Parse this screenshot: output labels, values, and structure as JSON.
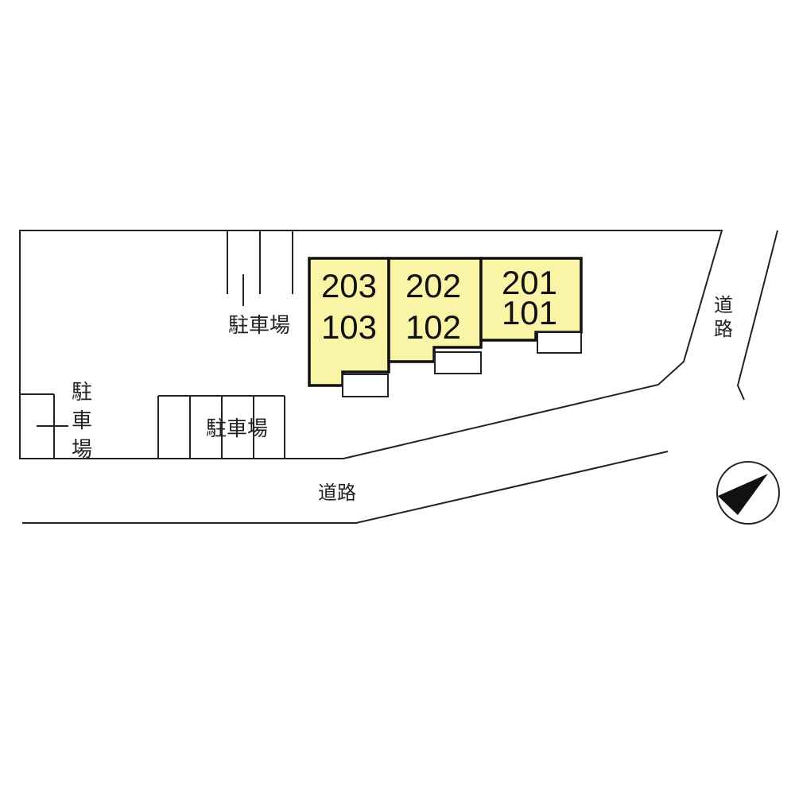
{
  "buildings": [
    {
      "upper_unit": "203",
      "lower_unit": "103"
    },
    {
      "upper_unit": "202",
      "lower_unit": "102"
    },
    {
      "upper_unit": "201",
      "lower_unit": "101"
    }
  ],
  "labels": {
    "parking_top": "駐車場",
    "parking_left_1": "駐",
    "parking_left_2": "車",
    "parking_left_3": "場",
    "parking_bottom": "駐車場",
    "road_bottom": "道路",
    "road_right_1": "道",
    "road_right_2": "路"
  },
  "colors": {
    "building_fill": "#f9f4a6",
    "line": "#222222"
  },
  "icons": {
    "compass": "north-arrow-icon"
  }
}
